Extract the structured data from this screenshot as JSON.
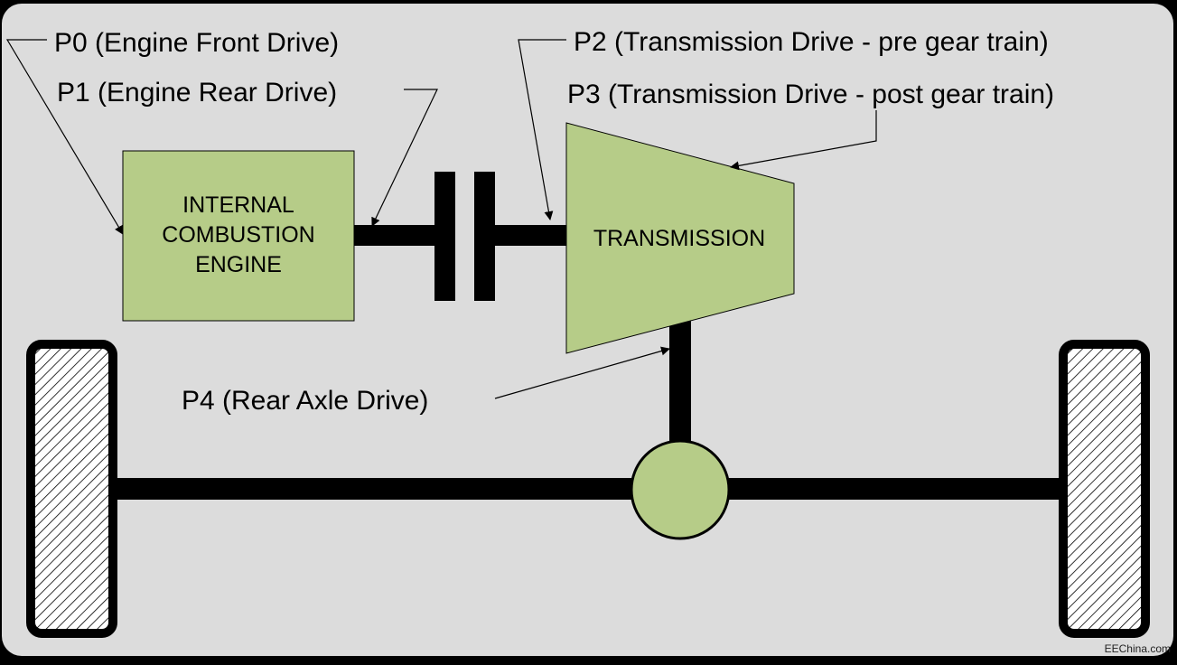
{
  "labels": {
    "p0": "P0 (Engine Front Drive)",
    "p1": "P1 (Engine Rear Drive)",
    "p2": "P2 (Transmission Drive - pre gear train)",
    "p3": "P3 (Transmission Drive - post gear train)",
    "p4": "P4 (Rear Axle Drive)"
  },
  "engine": {
    "line1": "INTERNAL",
    "line2": "COMBUSTION",
    "line3": "ENGINE"
  },
  "transmission": {
    "label": "TRANSMISSION"
  },
  "watermark": "EEChina.com",
  "colors": {
    "background": "#dcdcdc",
    "component_fill": "#b6cc88",
    "shaft": "#000000",
    "border": "#000000"
  }
}
